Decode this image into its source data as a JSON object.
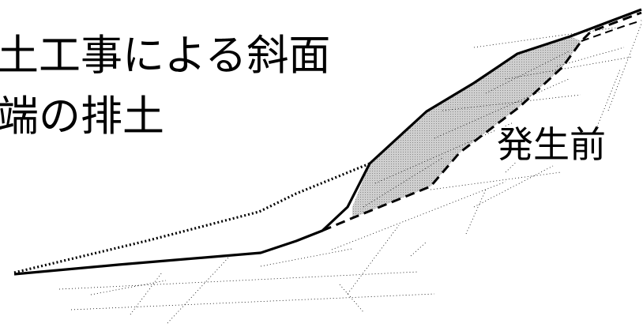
{
  "labels": {
    "line1": "土工事による斜面",
    "line2": "端の排土",
    "before": "発生前"
  },
  "colors": {
    "stroke": "#000000",
    "fill": "#bdbdbd",
    "background": "#ffffff"
  }
}
